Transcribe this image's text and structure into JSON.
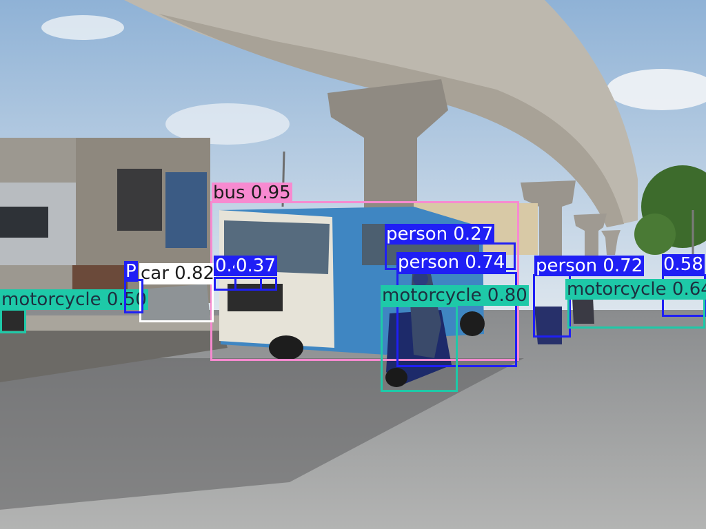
{
  "colors": {
    "person": "#1f1ff5",
    "motorcycle": "#1ec9a8",
    "car": "#ffffff",
    "bus": "#f78ad0"
  },
  "detections": [
    {
      "label": "bus 0.95",
      "class": "bus"
    },
    {
      "label": "person 0.27",
      "class": "person"
    },
    {
      "label": "person 0.74",
      "class": "person"
    },
    {
      "label": "motorcycle 0.80",
      "class": "motorcycle"
    },
    {
      "label": "person 0.72",
      "class": "person"
    },
    {
      "label": "0.58",
      "class": "person"
    },
    {
      "label": "motorcycle 0.64",
      "class": "motorcycle"
    },
    {
      "label": "motorcycle 0.50",
      "class": "motorcycle"
    },
    {
      "label": "car 0.82",
      "class": "car"
    },
    {
      "label": "0.48",
      "class": "person"
    },
    {
      "label": "0.37",
      "class": "person"
    },
    {
      "label": "P",
      "class": "person"
    }
  ]
}
